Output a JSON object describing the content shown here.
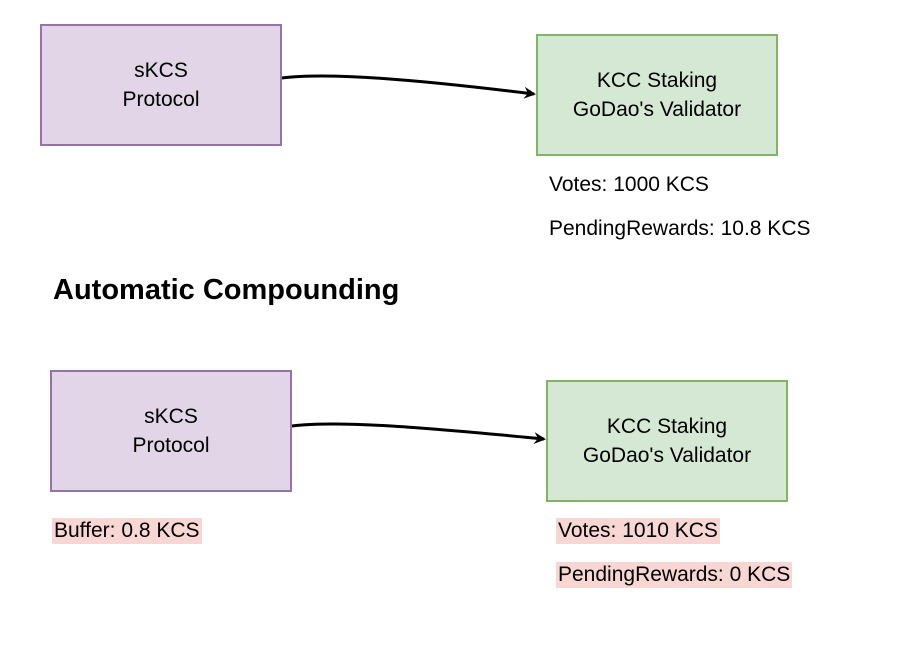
{
  "top": {
    "source": {
      "line1": "sKCS",
      "line2": "Protocol"
    },
    "target": {
      "line1": "KCC Staking",
      "line2": "GoDao's Validator"
    },
    "votes": "Votes:  1000 KCS",
    "pending": "PendingRewards:  10.8 KCS"
  },
  "section_title": "Automatic Compounding",
  "bottom": {
    "source": {
      "line1": "sKCS",
      "line2": "Protocol"
    },
    "target": {
      "line1": "KCC Staking",
      "line2": "GoDao's Validator"
    },
    "buffer": "Buffer:  0.8 KCS",
    "votes": "Votes:  1010 KCS",
    "pending": "PendingRewards:  0 KCS"
  },
  "colors": {
    "purple_fill": "#e1d5e7",
    "purple_stroke": "#9673a6",
    "green_fill": "#d5e8d4",
    "green_stroke": "#82b366",
    "highlight": "#f0b4af"
  }
}
